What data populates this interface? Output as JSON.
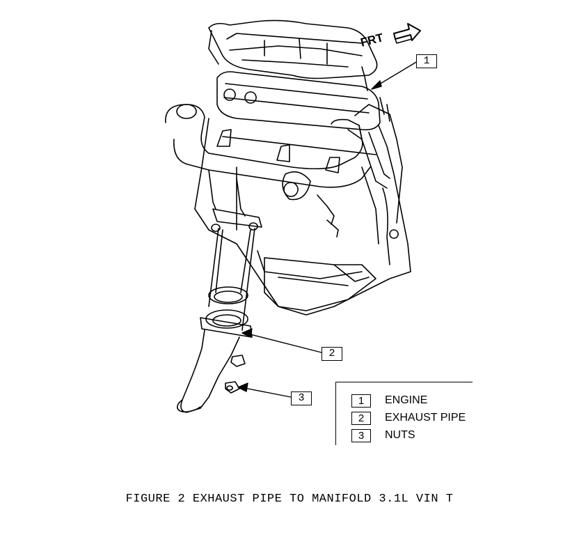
{
  "direction_label": "FRT",
  "callouts": [
    "1",
    "2",
    "3"
  ],
  "legend": [
    {
      "num": "1",
      "label": "ENGINE"
    },
    {
      "num": "2",
      "label": "EXHAUST PIPE"
    },
    {
      "num": "3",
      "label": "NUTS"
    }
  ],
  "caption": "FIGURE 2 EXHAUST PIPE TO MANIFOLD 3.1L VIN T"
}
